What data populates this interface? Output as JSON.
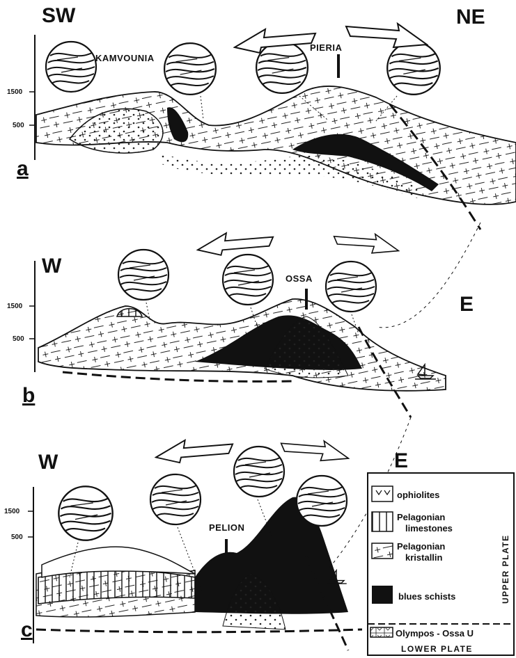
{
  "panels": [
    {
      "letter": "a",
      "left_label": "SW",
      "right_label": "NE",
      "peaks": [
        "KAMVOUNIA",
        "PIERIA"
      ],
      "ticks": [
        "1500",
        "500"
      ]
    },
    {
      "letter": "b",
      "left_label": "W",
      "right_label": "E",
      "peaks": [
        "OSSA"
      ],
      "ticks": [
        "1500",
        "500"
      ]
    },
    {
      "letter": "c",
      "left_label": "W",
      "right_label": "E",
      "peaks": [
        "PELION"
      ],
      "ticks": [
        "1500",
        "500"
      ]
    }
  ],
  "legend": {
    "items": [
      {
        "label": "ophiolites"
      },
      {
        "label": "Pelagonian",
        "label2": "limestones"
      },
      {
        "label": "Pelagonian",
        "label2": "kristallin"
      },
      {
        "label": "blues schists"
      },
      {
        "label": "Olympos - Ossa U"
      }
    ],
    "upper_plate": "UPPER PLATE",
    "lower_plate": "LOWER PLATE"
  }
}
